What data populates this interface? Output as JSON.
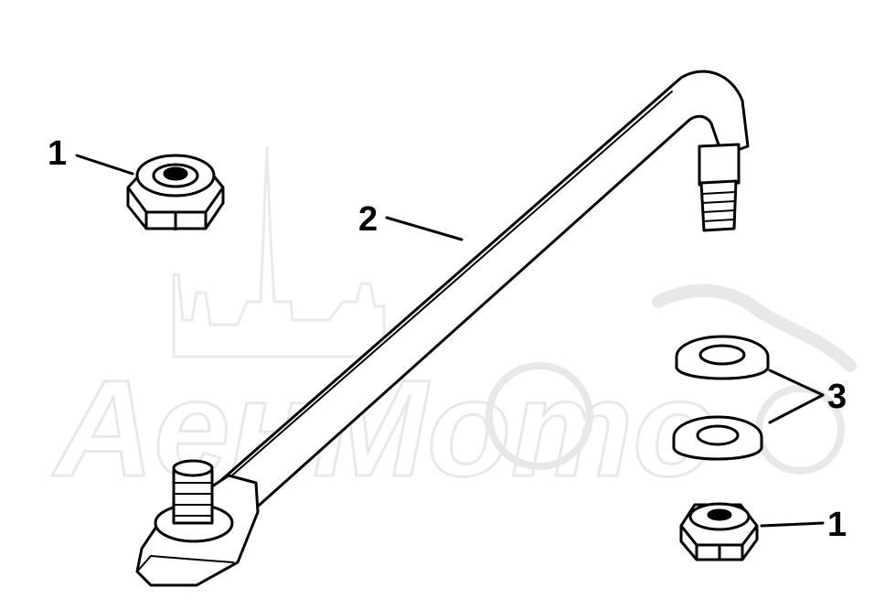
{
  "diagram": {
    "callouts": [
      {
        "id": "nut-top-left",
        "label": "1"
      },
      {
        "id": "rod",
        "label": "2"
      },
      {
        "id": "washers",
        "label": "3"
      },
      {
        "id": "nut-bottom-right",
        "label": "1"
      }
    ],
    "watermark": {
      "text": "AeнMomo"
    }
  }
}
